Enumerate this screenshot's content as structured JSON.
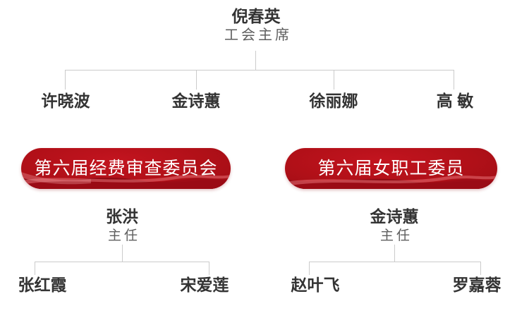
{
  "page": {
    "background": "#ffffff",
    "type_label": "union-organization-chart"
  },
  "colors": {
    "accent_red": "#b11018",
    "accent_red_dark": "#8c0a13",
    "ribbon_highlight": "#ec787e",
    "connector_line": "#cbcbcb",
    "name_text": "#333333",
    "subtitle_text": "#5e5e5e",
    "banner_text": "#ffffff"
  },
  "root": {
    "name": "倪春英",
    "title": "工会主席"
  },
  "level1_members": [
    {
      "name": "许晓波"
    },
    {
      "name": "金诗蕙"
    },
    {
      "name": "徐丽娜"
    },
    {
      "name": "高 敏"
    }
  ],
  "committees": [
    {
      "banner_label": "第六届经费审查委员会",
      "head": {
        "name": "张洪",
        "title": "主任"
      },
      "members": [
        {
          "name": "张红霞"
        },
        {
          "name": "宋爱莲"
        }
      ]
    },
    {
      "banner_label": "第六届女职工委员",
      "head": {
        "name": "金诗蕙",
        "title": "主任"
      },
      "members": [
        {
          "name": "赵叶飞"
        },
        {
          "name": "罗嘉蓉"
        }
      ]
    }
  ]
}
